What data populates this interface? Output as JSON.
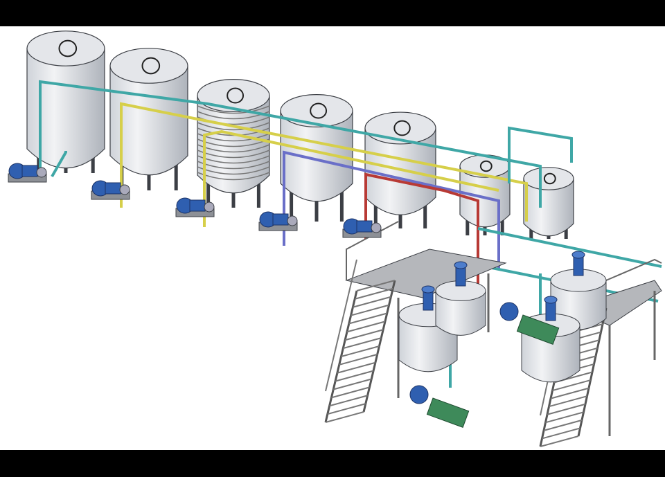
{
  "colors": {
    "letterbox": "#000000",
    "background": "#ffffff",
    "tank_fill": "#e4e6ea",
    "tank_shade": "#b9bec6",
    "outline": "#3c3f45",
    "pipe_teal": "#3fa7a6",
    "pipe_yellow": "#d6cf4a",
    "pipe_blue": "#6a6fc8",
    "pipe_red": "#b83a35",
    "motor_blue": "#2f5fb0",
    "pump_green": "#3e8a5a",
    "platform_grey": "#9a9ca0"
  },
  "storage_tank_count": 7,
  "mixing_tank_count": 4,
  "staircase_count": 2
}
